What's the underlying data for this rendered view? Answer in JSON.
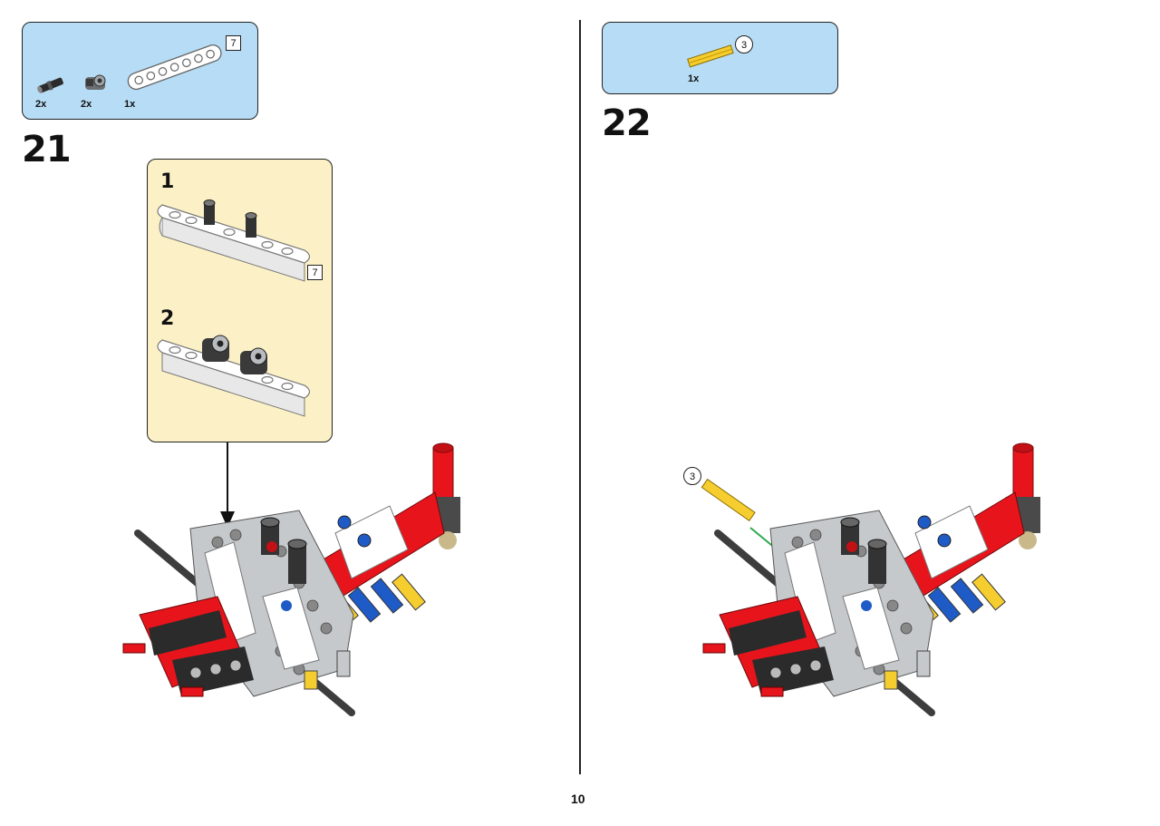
{
  "page_number": "10",
  "left": {
    "step_number": "21",
    "parts": {
      "items": [
        {
          "icon": "black-pin-icon",
          "qty": "2x"
        },
        {
          "icon": "connector-icon",
          "qty": "2x"
        },
        {
          "icon": "white-beam-icon",
          "qty": "1x"
        }
      ],
      "beam_length": "7"
    },
    "subassembly": {
      "step1": "1",
      "step2": "2",
      "beam_length": "7"
    }
  },
  "right": {
    "step_number": "22",
    "parts": {
      "items": [
        {
          "icon": "yellow-axle-icon",
          "qty": "1x"
        }
      ],
      "axle_length": "3"
    },
    "callout_length": "3"
  },
  "colors": {
    "parts_box": "#b7dcf5",
    "subassembly_box": "#fcf1c6",
    "red": "#e8141b",
    "yellow": "#f5cd2f",
    "blue": "#1e5bc6",
    "gray": "#a0a5a9",
    "dark": "#2b2b2b",
    "arrow": "#2fa84f"
  }
}
